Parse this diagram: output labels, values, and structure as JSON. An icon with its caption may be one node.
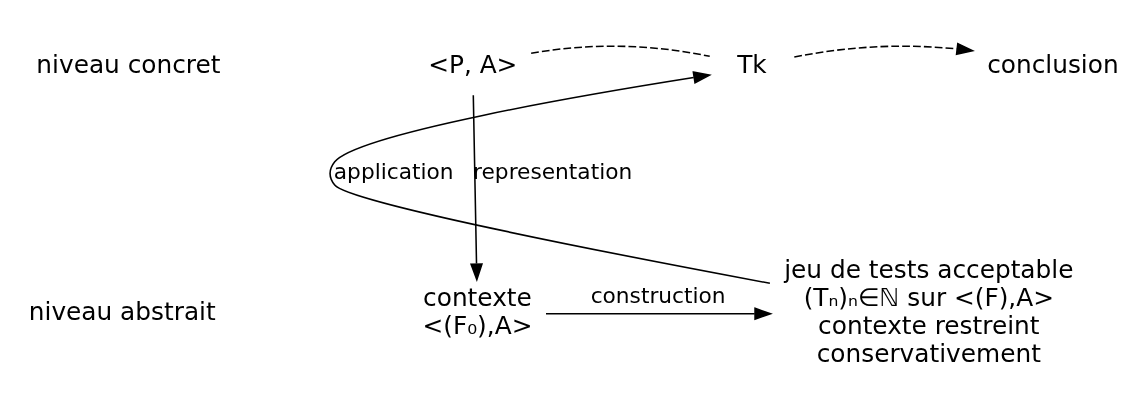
{
  "diagram": {
    "nodes": [
      {
        "text": [
          "<P, A>"
        ]
      },
      {
        "text": [
          "Tk"
        ]
      },
      {
        "text": [
          "conclusion"
        ]
      },
      {
        "text": [
          "contexte <(F₀),A>"
        ]
      },
      {
        "text": [
          "jeu de tests acceptable (Tₙ)ₙ∈ℕ sur <(F),A> contexte restreint conservativement"
        ]
      }
    ],
    "edges": [
      {
        "from": 0,
        "to": 1,
        "arrow": "none",
        "style": "dashed"
      },
      {
        "from": 1,
        "to": 2,
        "arrow": "to",
        "style": "dashed"
      },
      {
        "from": 0,
        "to": 3,
        "arrow": "to",
        "label": "representation"
      },
      {
        "from": 3,
        "to": 4,
        "arrow": "to",
        "label": "construction"
      },
      {
        "from": 4,
        "to": 1,
        "arrow": "to",
        "label": "application"
      }
    ],
    "labels": [
      "niveau concret",
      "niveau abstrait"
    ]
  }
}
